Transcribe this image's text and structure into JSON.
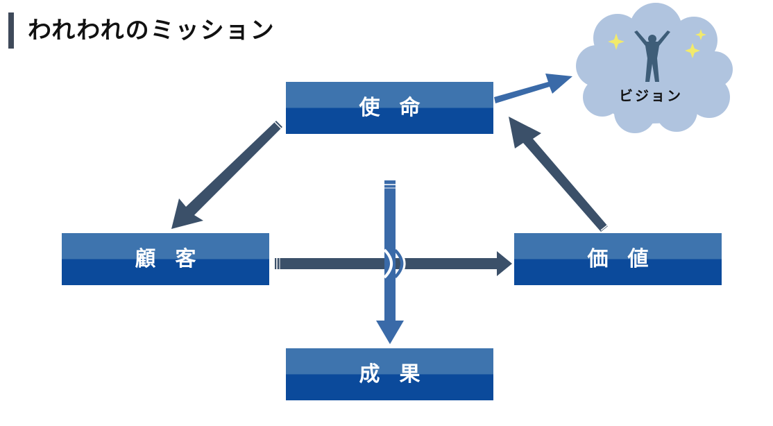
{
  "title": "われわれのミッション",
  "boxes": {
    "mission": "使命",
    "customer": "顧客",
    "value": "価値",
    "result": "成果"
  },
  "vision": {
    "label": "ビジョン",
    "figure": "silhouette-person-arms-raised",
    "sparkles": "sparkle-icons"
  },
  "colors": {
    "box_top": "#3e74ae",
    "box_bottom": "#0b4a9b",
    "arrow_dark": "#3b5069",
    "arrow_blue": "#3a6aa8",
    "cloud": "#b0c4df",
    "sparkle": "#f2ea6b"
  }
}
